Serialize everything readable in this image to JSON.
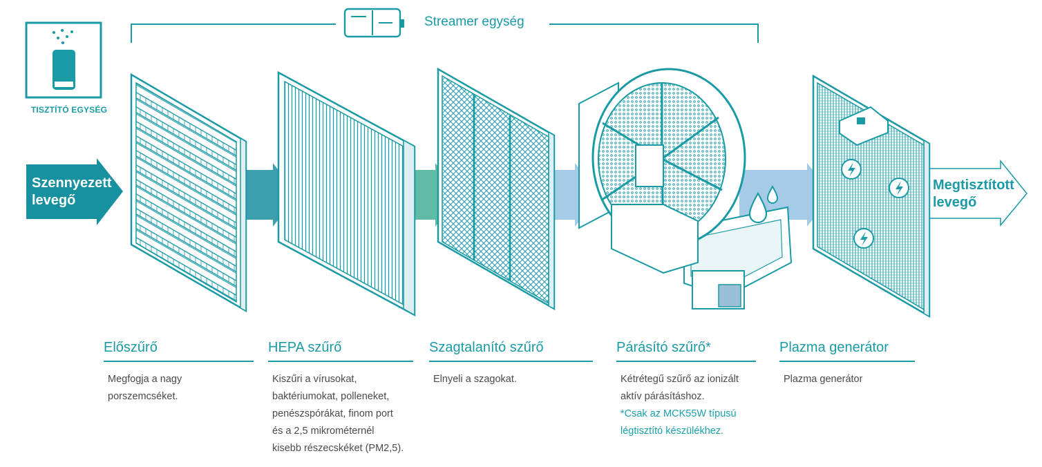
{
  "unit_label": "TISZTÍTÓ EGYSÉG",
  "streamer_label": "Streamer egység",
  "input_arrow": {
    "line1": "Szennyezett",
    "line2": "levegő"
  },
  "output_arrow": {
    "line1": "Megtisztított",
    "line2": "levegő"
  },
  "components": [
    {
      "title": "Előszűrő",
      "desc": [
        "Megfogja a nagy",
        "porszemcséket."
      ]
    },
    {
      "title": "HEPA szűrő",
      "desc": [
        "Kiszűri a vírusokat,",
        "baktériumokat, polleneket,",
        "penészspórákat, finom port",
        "és a 2,5 mikrométernél",
        "kisebb részecskéket (PM2,5)."
      ]
    },
    {
      "title": "Szagtalanító szűrő",
      "desc": [
        "Elnyeli a szagokat."
      ]
    },
    {
      "title": "Párásító szűrő*",
      "desc": [
        "Kétrétegű szűrő az ionizált",
        "aktív párásításhoz."
      ],
      "note": [
        "*Csak az MCK55W típusú",
        "légtisztító készülékhez."
      ]
    },
    {
      "title": "Plazma generátor",
      "desc": [
        "Plazma generátor"
      ]
    }
  ],
  "colors": {
    "teal": "#1a9aa5",
    "arrow_dark": "#1791a0",
    "arrow_mid": "#4aa9b4",
    "arrow_green": "#5fbaa6",
    "arrow_light": "#9fc8e6",
    "filter_fill": "#e9f4f5"
  },
  "icons": [
    "purifier-unit-icon",
    "streamer-device-icon",
    "water-drop-icon",
    "lightning-icon"
  ]
}
